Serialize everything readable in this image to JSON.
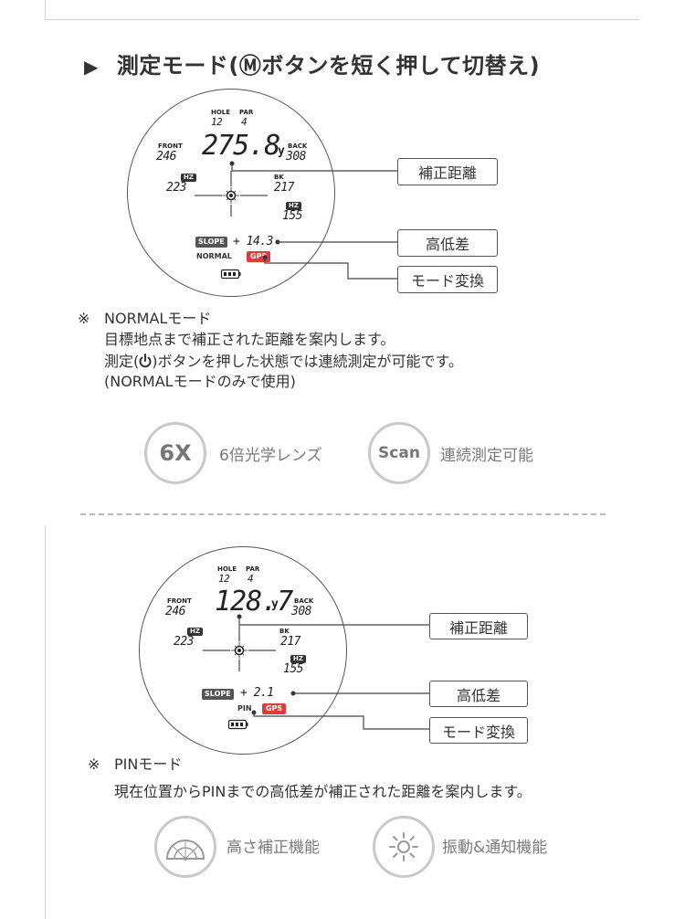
{
  "heading": {
    "arrow": "▶",
    "title": "測定モード(Ⓜボタンを短く押して切替え)"
  },
  "scope1": {
    "hole_label": "HOLE",
    "hole_value": "12",
    "par_label": "PAR",
    "par_value": "4",
    "front_label": "FRONT",
    "front_value": "246",
    "distance_value": "275.8",
    "distance_unit": "y",
    "back_label": "BACK",
    "back_value": "308",
    "hz_label": "HZ",
    "hz_value": "223",
    "bk_label": "BK",
    "bk_value": "217",
    "hz2_label": "HZ",
    "hz2_value": "155",
    "slope_label": "SLOPE",
    "slope_value": "+ 14.3",
    "mode_label": "NORMAL",
    "gps_label": "GPS"
  },
  "callouts1": [
    "補正距離",
    "高低差",
    "モード変換"
  ],
  "note1": {
    "mark": "※",
    "title": "NORMALモード",
    "line1": "目標地点まで補正された距離を案内します。",
    "line2_prefix": "測定(",
    "line2_suffix": ")ボタンを押した状態では連続測定が可能です。",
    "line3": "(NORMALモードのみで使用)"
  },
  "features1": [
    {
      "badge": "6X",
      "label": "6倍光学レンズ"
    },
    {
      "badge": "Scan",
      "label": "連続測定可能"
    }
  ],
  "scope2": {
    "hole_label": "HOLE",
    "hole_value": "12",
    "par_label": "PAR",
    "par_value": "4",
    "front_label": "FRONT",
    "front_value": "246",
    "distance_value": "128.7",
    "distance_unit": "y",
    "back_label": "BACK",
    "back_value": "308",
    "hz_label": "HZ",
    "hz_value": "223",
    "bk_label": "BK",
    "bk_value": "217",
    "hz2_label": "HZ",
    "hz2_value": "155",
    "slope_label": "SLOPE",
    "slope_value": "+ 2.1",
    "mode_label": "PIN",
    "gps_label": "GPS"
  },
  "callouts2": [
    "補正距離",
    "高低差",
    "モード変換"
  ],
  "note2": {
    "mark": "※",
    "title": "PINモード",
    "line1": "現在位置からPINまでの高低差が補正された距離を案内します。"
  },
  "features2": [
    {
      "icon": "protractor-icon",
      "label": "高さ補正機能"
    },
    {
      "icon": "sun-vibration-icon",
      "label": "振動&通知機能"
    }
  ]
}
